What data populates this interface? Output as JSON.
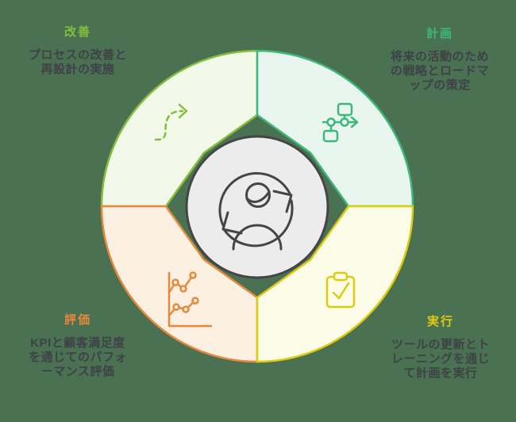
{
  "diagram": {
    "type": "cycle-infographic",
    "center": {
      "icon": "person-cycle-icon"
    },
    "quadrants": [
      {
        "id": "kaizen",
        "position": "top-left",
        "heading": "改善",
        "body": "プロセスの改善と\n再設計の実施",
        "icon": "dashed-arrow-icon",
        "color": "#84bd3b",
        "fill": "#f3f9e8"
      },
      {
        "id": "keikaku",
        "position": "top-right",
        "heading": "計画",
        "body": "将来の活動のため\nの戦略とロードマ\nップの策定",
        "icon": "flowchart-icon",
        "color": "#3cb878",
        "fill": "#e9f6ef"
      },
      {
        "id": "hyouka",
        "position": "bottom-left",
        "heading": "評価",
        "body": "KPIと顧客満足度\nを通じてのパフォ\nーマンス評価",
        "icon": "line-chart-icon",
        "color": "#e8883a",
        "fill": "#fcf0e3"
      },
      {
        "id": "jikkou",
        "position": "bottom-right",
        "heading": "実行",
        "body": "ツールの更新とト\nレーニングを通じ\nて計画を実行",
        "icon": "clipboard-check-icon",
        "color": "#decb10",
        "fill": "#fdfce9"
      }
    ],
    "colors": {
      "background": "#4a7152",
      "center_fill": "#ececec",
      "stroke_dark": "#454545",
      "text": "#3e4247"
    }
  }
}
